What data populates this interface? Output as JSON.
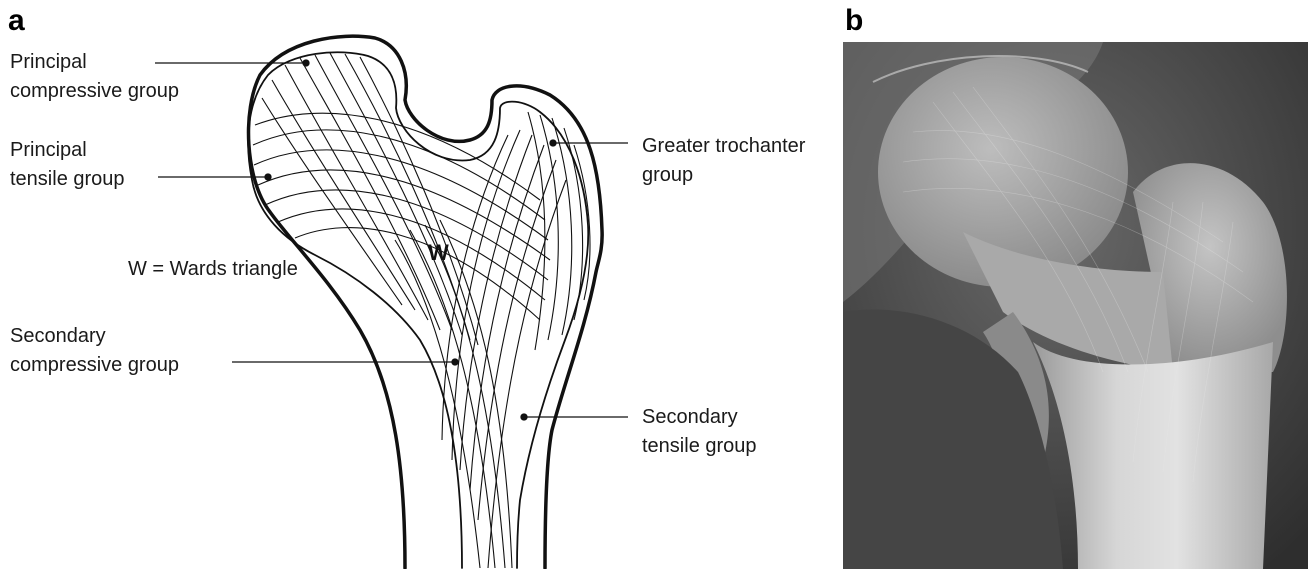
{
  "panels": {
    "a": "a",
    "b": "b"
  },
  "diagram": {
    "ward_letter": "W",
    "labels": {
      "principal_compressive_line1": "Principal",
      "principal_compressive_line2": "compressive group",
      "principal_tensile_line1": "Principal",
      "principal_tensile_line2": "tensile group",
      "wards_legend": "W = Wards triangle",
      "secondary_compressive_line1": "Secondary",
      "secondary_compressive_line2": "compressive group",
      "greater_trochanter_line1": "Greater trochanter",
      "greater_trochanter_line2": "group",
      "secondary_tensile_line1": "Secondary",
      "secondary_tensile_line2": "tensile group"
    }
  },
  "colors": {
    "line": "#111111",
    "xray_dark": "#3a3a3a",
    "xray_bone": "#c8c8c8"
  }
}
